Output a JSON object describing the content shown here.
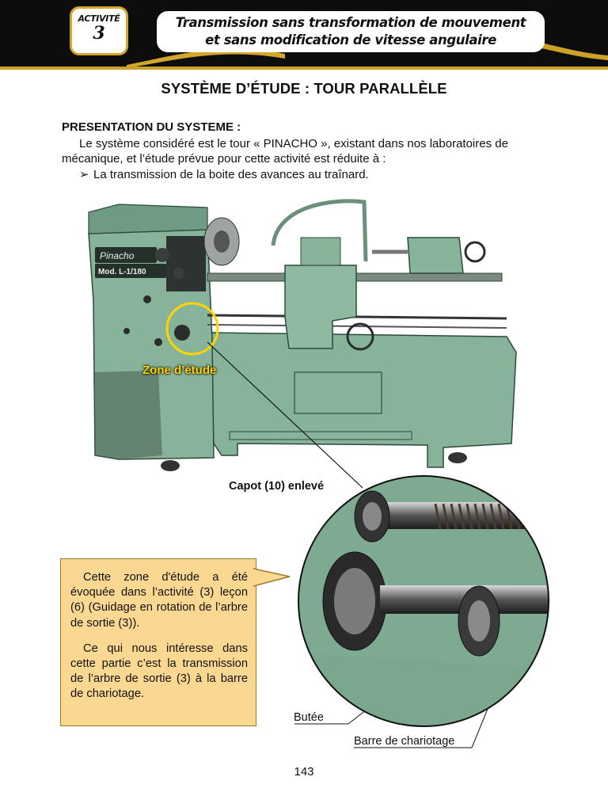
{
  "header": {
    "badge_label": "ACTIVITÉ",
    "badge_number": "3",
    "title_line1": "Transmission sans transformation de mouvement",
    "title_line2": "et sans modification de vitesse angulaire"
  },
  "page_title": "SYSTÈME D’ÉTUDE : TOUR PARALLÈLE",
  "section": {
    "heading": "PRESENTATION DU SYSTEME  :",
    "paragraph_line1": "Le système considéré est le tour « PINACHO », existant dans nos laboratoires de",
    "paragraph_line2": "mécanique, et l’étude prévue pour cette activité est réduite à :",
    "bullet": "La transmission de la boite des avances au traînard."
  },
  "machine": {
    "brand_plate": "Pinacho",
    "model_plate": "Mod. L-1/180",
    "zone_label": "Zone d’étude"
  },
  "detail": {
    "capot_label": "Capot (10) enlevé",
    "butee_label": "Butée",
    "barre_label": "Barre de chariotage"
  },
  "callout": {
    "paragraph1": "Cette zone d'étude a été évoquée dans l’activité (3) leçon (6) (Guidage en rotation de l’arbre de sortie (3)).",
    "paragraph2": "Ce qui nous intéresse dans cette partie c’est la transmission de l’arbre de sortie (3) à la barre de chariotage."
  },
  "page_number": "143",
  "colors": {
    "lathe_green": "#86b39a",
    "accent_gold": "#d4a72c",
    "callout_fill": "#fbd892",
    "zone_label": "#ffd400"
  }
}
